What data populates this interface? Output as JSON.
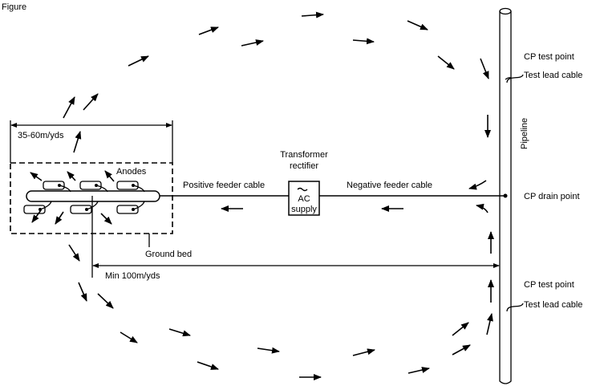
{
  "title": "Figure",
  "labels": {
    "cp_test_point_top": "CP test point",
    "test_lead_cable_top": "Test lead cable",
    "pipeline": "Pipeline",
    "cp_drain_point": "CP drain point",
    "cp_test_point_bottom": "CP test point",
    "test_lead_cable_bottom": "Test lead cable",
    "transformer": "Transformer",
    "rectifier": "rectifier",
    "ac": "AC",
    "supply": "supply",
    "positive_feeder": "Positive feeder cable",
    "negative_feeder": "Negative feeder cable",
    "anodes": "Anodes",
    "ground_bed": "Ground bed",
    "width_dimension": "35-60m/yds",
    "min_distance": "Min 100m/yds"
  }
}
